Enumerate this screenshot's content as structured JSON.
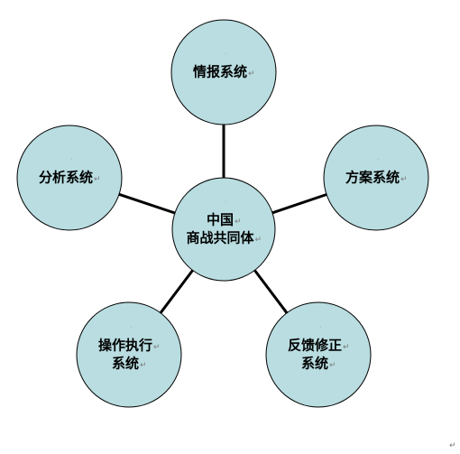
{
  "colors": {
    "node_fill": "#b9dde1",
    "node_stroke": "#000000",
    "connector": "#000000",
    "text": "#000000",
    "para_mark": "#7a7a7a"
  },
  "diagram": {
    "center": {
      "lines": [
        "中国",
        "商战共同体"
      ]
    },
    "nodes": [
      {
        "id": "intel",
        "lines": [
          "情报系统"
        ]
      },
      {
        "id": "plan",
        "lines": [
          "方案系统"
        ]
      },
      {
        "id": "feedback",
        "lines": [
          "反馈修正",
          "系统"
        ]
      },
      {
        "id": "execute",
        "lines": [
          "操作执行",
          "系统"
        ]
      },
      {
        "id": "analysis",
        "lines": [
          "分析系统"
        ]
      }
    ],
    "edges": [
      [
        "center",
        "intel"
      ],
      [
        "center",
        "plan"
      ],
      [
        "center",
        "feedback"
      ],
      [
        "center",
        "execute"
      ],
      [
        "center",
        "analysis"
      ]
    ],
    "para_mark": "↵"
  }
}
